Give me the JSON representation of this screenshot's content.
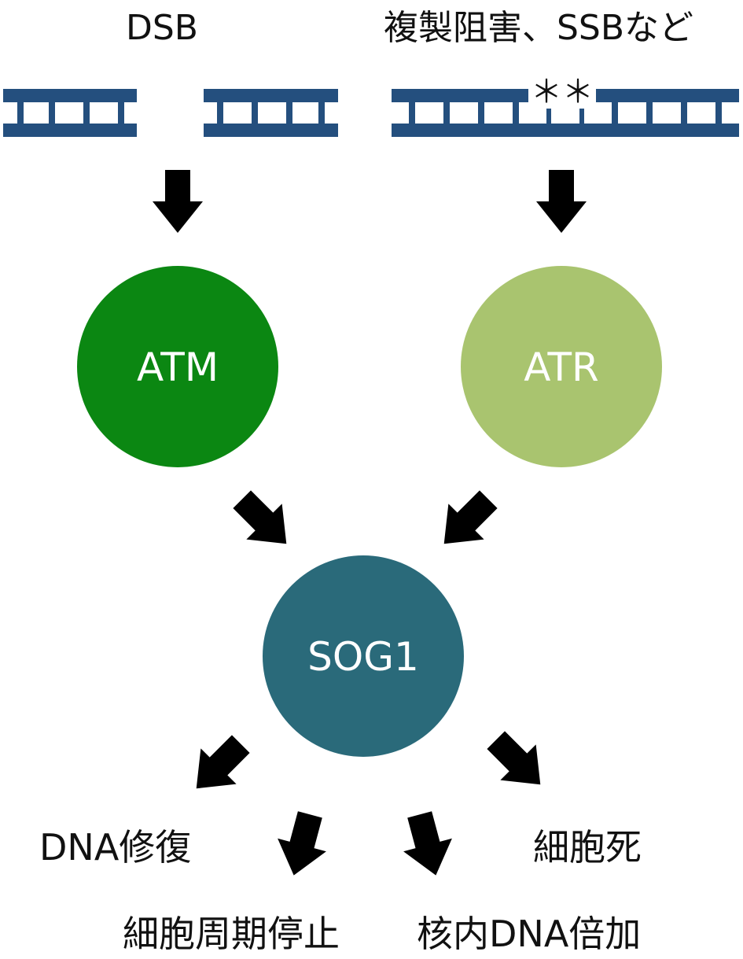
{
  "labels": {
    "dsb": "DSB",
    "replication_stress": "複製阻害、SSBなど"
  },
  "nodes": {
    "atm": {
      "label": "ATM",
      "color": "#0b8712"
    },
    "atr": {
      "label": "ATR",
      "color": "#a9c46f"
    },
    "sog1": {
      "label": "SOG1",
      "color": "#2a6a7a"
    }
  },
  "dna": {
    "color": "#244f7e",
    "lesion_marks": "＊＊"
  },
  "outcomes": {
    "dna_repair": "DNA修復",
    "cell_cycle_arrest": "細胞周期停止",
    "endoreduplication": "核内DNA倍加",
    "cell_death": "細胞死"
  }
}
